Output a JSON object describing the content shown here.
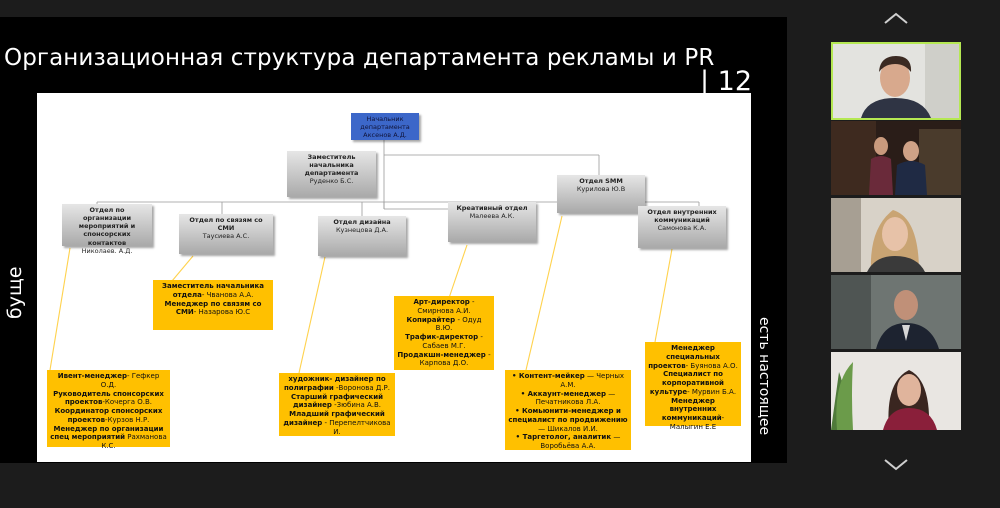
{
  "slide": {
    "title": "Организационная структура департамента рекламы и PR",
    "page_number": "| 12",
    "left_caption": "буще",
    "right_caption": "есть настоящее"
  },
  "org": {
    "head": {
      "title": "Начальник департамента",
      "name": "Аксенов А.Д."
    },
    "deputy": {
      "title": "Заместитель начальника департамента",
      "name": "Руденко Б.С."
    },
    "departments": [
      {
        "title": "Отдел по организации мероприятий и спонсорских контактов",
        "name": "Николаев. А.Д."
      },
      {
        "title": "Отдел по связям со СМИ",
        "name": "Таусиева А.С."
      },
      {
        "title": "Отдел дизайна",
        "name": "Кузнецова Д.А."
      },
      {
        "title": "Креативный отдел",
        "name": "Малеева А.К."
      },
      {
        "title": "Отдел SMM",
        "name": "Курилова Ю.В"
      },
      {
        "title": "Отдел внутренних коммуникаций",
        "name": "Самонова К.А."
      }
    ],
    "staff": {
      "events": [
        {
          "role": "Ивент-менеджер",
          "name": "- Гефкер О.Д."
        },
        {
          "role": "Руководитель спонсорских проектов",
          "name": "-Кочерга О.В."
        },
        {
          "role": "Координатор спонсорских проектов",
          "name": "-Курзов Н.Р."
        },
        {
          "role": "Менеджер по организации спец мероприятий",
          "name": "Рахманова К.С."
        }
      ],
      "media": [
        {
          "role": "Заместитель начальника отдела",
          "name": "- Чванова А.А."
        },
        {
          "role": "Менеджер по связям со СМИ",
          "name": "- Назарова Ю.С"
        }
      ],
      "design": [
        {
          "role": "художник- дизайнер по полиграфии",
          "name": "-Воронова Д.Р."
        },
        {
          "role": "Старший графический дизайнер",
          "name": "-Зюбина А.В."
        },
        {
          "role": "Младший графический дизайнер",
          "name": "- Перепелтчикова И."
        }
      ],
      "creative": [
        {
          "role": "Арт-директор",
          "name": "- Смирнова А.И."
        },
        {
          "role": "Копирайтер",
          "name": "- Одуд В.Ю."
        },
        {
          "role": "Трафик-директор",
          "name": "- Сабаев М.Г."
        },
        {
          "role": "Продакшн-менеджер",
          "name": "- Карпова Д.О."
        }
      ],
      "smm": [
        {
          "role": "• Контент-мейкер",
          "name": "— Черных А.М."
        },
        {
          "role": "• Аккаунт-менеджер",
          "name": "— Печатникова Л.А."
        },
        {
          "role": "• Комьюнити-менеджер и специалист по продвижению",
          "name": "— Шикалов И.И."
        },
        {
          "role": "• Таргетолог, аналитик",
          "name": "— Воробьёва А.А."
        }
      ],
      "internal": [
        {
          "role": "Менеджер специальных проектов",
          "name": "- Буянова А.О."
        },
        {
          "role": "Специалист по корпоративной культуре",
          "name": "- Мурвин Б.А."
        },
        {
          "role": "Менеджер внутренних коммуникаций",
          "name": "- Малыгин Е.Е"
        }
      ]
    }
  },
  "colors": {
    "accent_border": "#b5e853",
    "node_yellow": "#ffc000",
    "node_blue": "#3c67c9"
  },
  "icons": {
    "up": "chevron-up-icon",
    "down": "chevron-down-icon"
  }
}
